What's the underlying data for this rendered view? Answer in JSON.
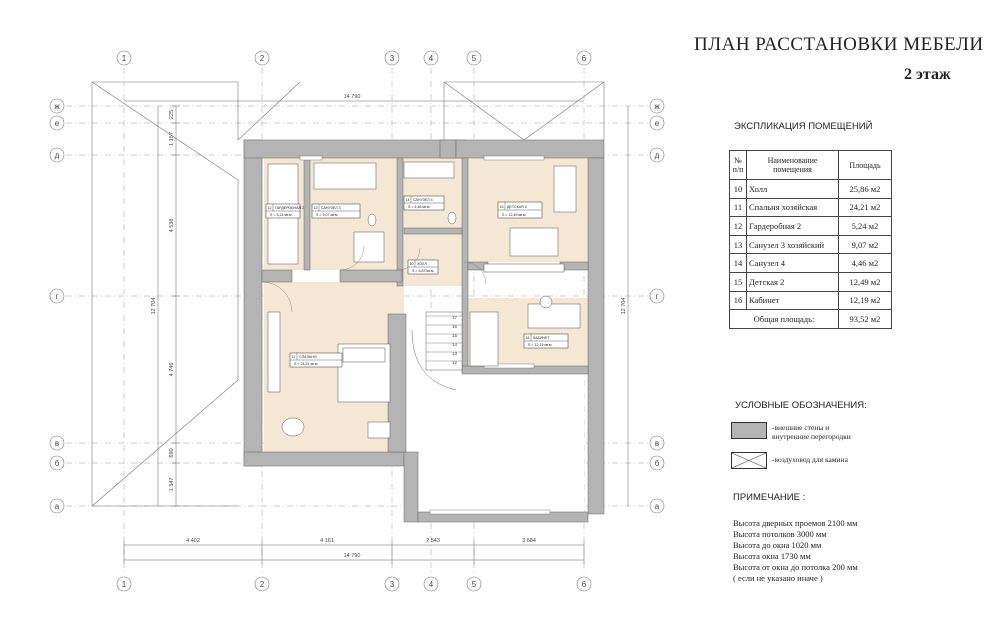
{
  "title": "ПЛАН РАССТАНОВКИ МЕБЕЛИ",
  "subtitle": "2 этаж",
  "explication": {
    "title": "ЭКСПЛИКАЦИЯ ПОМЕЩЕНИЙ",
    "headers": [
      "№ п/п",
      "Наименование помещения",
      "Площадь"
    ],
    "rows": [
      {
        "no": "10",
        "name": "Холл",
        "area": "25,86 м2"
      },
      {
        "no": "11",
        "name": "Спальня хозяйская",
        "area": "24,21 м2"
      },
      {
        "no": "12",
        "name": "Гардеробная 2",
        "area": "5,24 м2"
      },
      {
        "no": "13",
        "name": "Санузел 3 хозяйский",
        "area": "9,07 м2"
      },
      {
        "no": "14",
        "name": "Санузел 4",
        "area": "4,46 м2"
      },
      {
        "no": "15",
        "name": "Детская 2",
        "area": "12,49 м2"
      },
      {
        "no": "16",
        "name": "Кабинет",
        "area": "12,19 м2"
      }
    ],
    "total_label": "Общая площадь:",
    "total_area": "93,52 м2"
  },
  "legend": {
    "title": "УСЛОВНЫЕ ОБОЗНАЧЕНИЯ:",
    "walls_line1": "-внешние стены и",
    "walls_line2": "внутренние перегородки",
    "duct": "-воздуховод для камина"
  },
  "notes": {
    "title": "ПРИМЕЧАНИЕ :",
    "lines": [
      "Высота дверных проемов 2100 мм",
      "Высота потолков 3000 мм",
      "Высота до окна 1020 мм",
      "Высота окна 1730 мм",
      "Высота от окна до потолка 200 мм",
      "( если не указано иначе )"
    ]
  },
  "plan": {
    "axes_numeric": [
      "1",
      "2",
      "3",
      "4",
      "5",
      "6"
    ],
    "axes_letter": [
      "ж",
      "е",
      "д",
      "г",
      "в",
      "б",
      "а"
    ],
    "dim_top": "14 790",
    "dim_bottom_total": "14 790",
    "dim_bottom_segments": [
      "4 402",
      "4 161",
      "2 543",
      "3 684"
    ],
    "dim_left_total": "12 704",
    "dim_right_total": "12 704",
    "dim_left_segments": [
      "225",
      "1 157",
      "4 538",
      "4 746",
      "690",
      "1 347"
    ],
    "stair_steps": [
      "17",
      "16",
      "15",
      "14",
      "13",
      "12"
    ],
    "rooms": [
      {
        "no": "12",
        "name": "ГАРДЕРОБНАЯ 2",
        "area": "S = 5,24 кв.м"
      },
      {
        "no": "13",
        "name": "САНУЗЕЛ 3",
        "area": "S = 9,07 кв.м"
      },
      {
        "no": "14",
        "name": "САНУЗЕЛ 4",
        "area": "S = 4,46 кв.м"
      },
      {
        "no": "15",
        "name": "ДЕТСКАЯ 2",
        "area": "S = 12,49 кв.м"
      },
      {
        "no": "10",
        "name": "ХОЛЛ",
        "area": "S = 5,87 кв.м"
      },
      {
        "no": "16",
        "name": "КАБИНЕТ",
        "area": "S = 12,19 кв.м"
      },
      {
        "no": "11",
        "name": "СПАЛЬНЯ",
        "area": "S = 24,21 кв.м"
      }
    ]
  },
  "colors": {
    "wall": "#b4b4b4",
    "room_fill": "#f4e8d4",
    "line": "#555555"
  }
}
